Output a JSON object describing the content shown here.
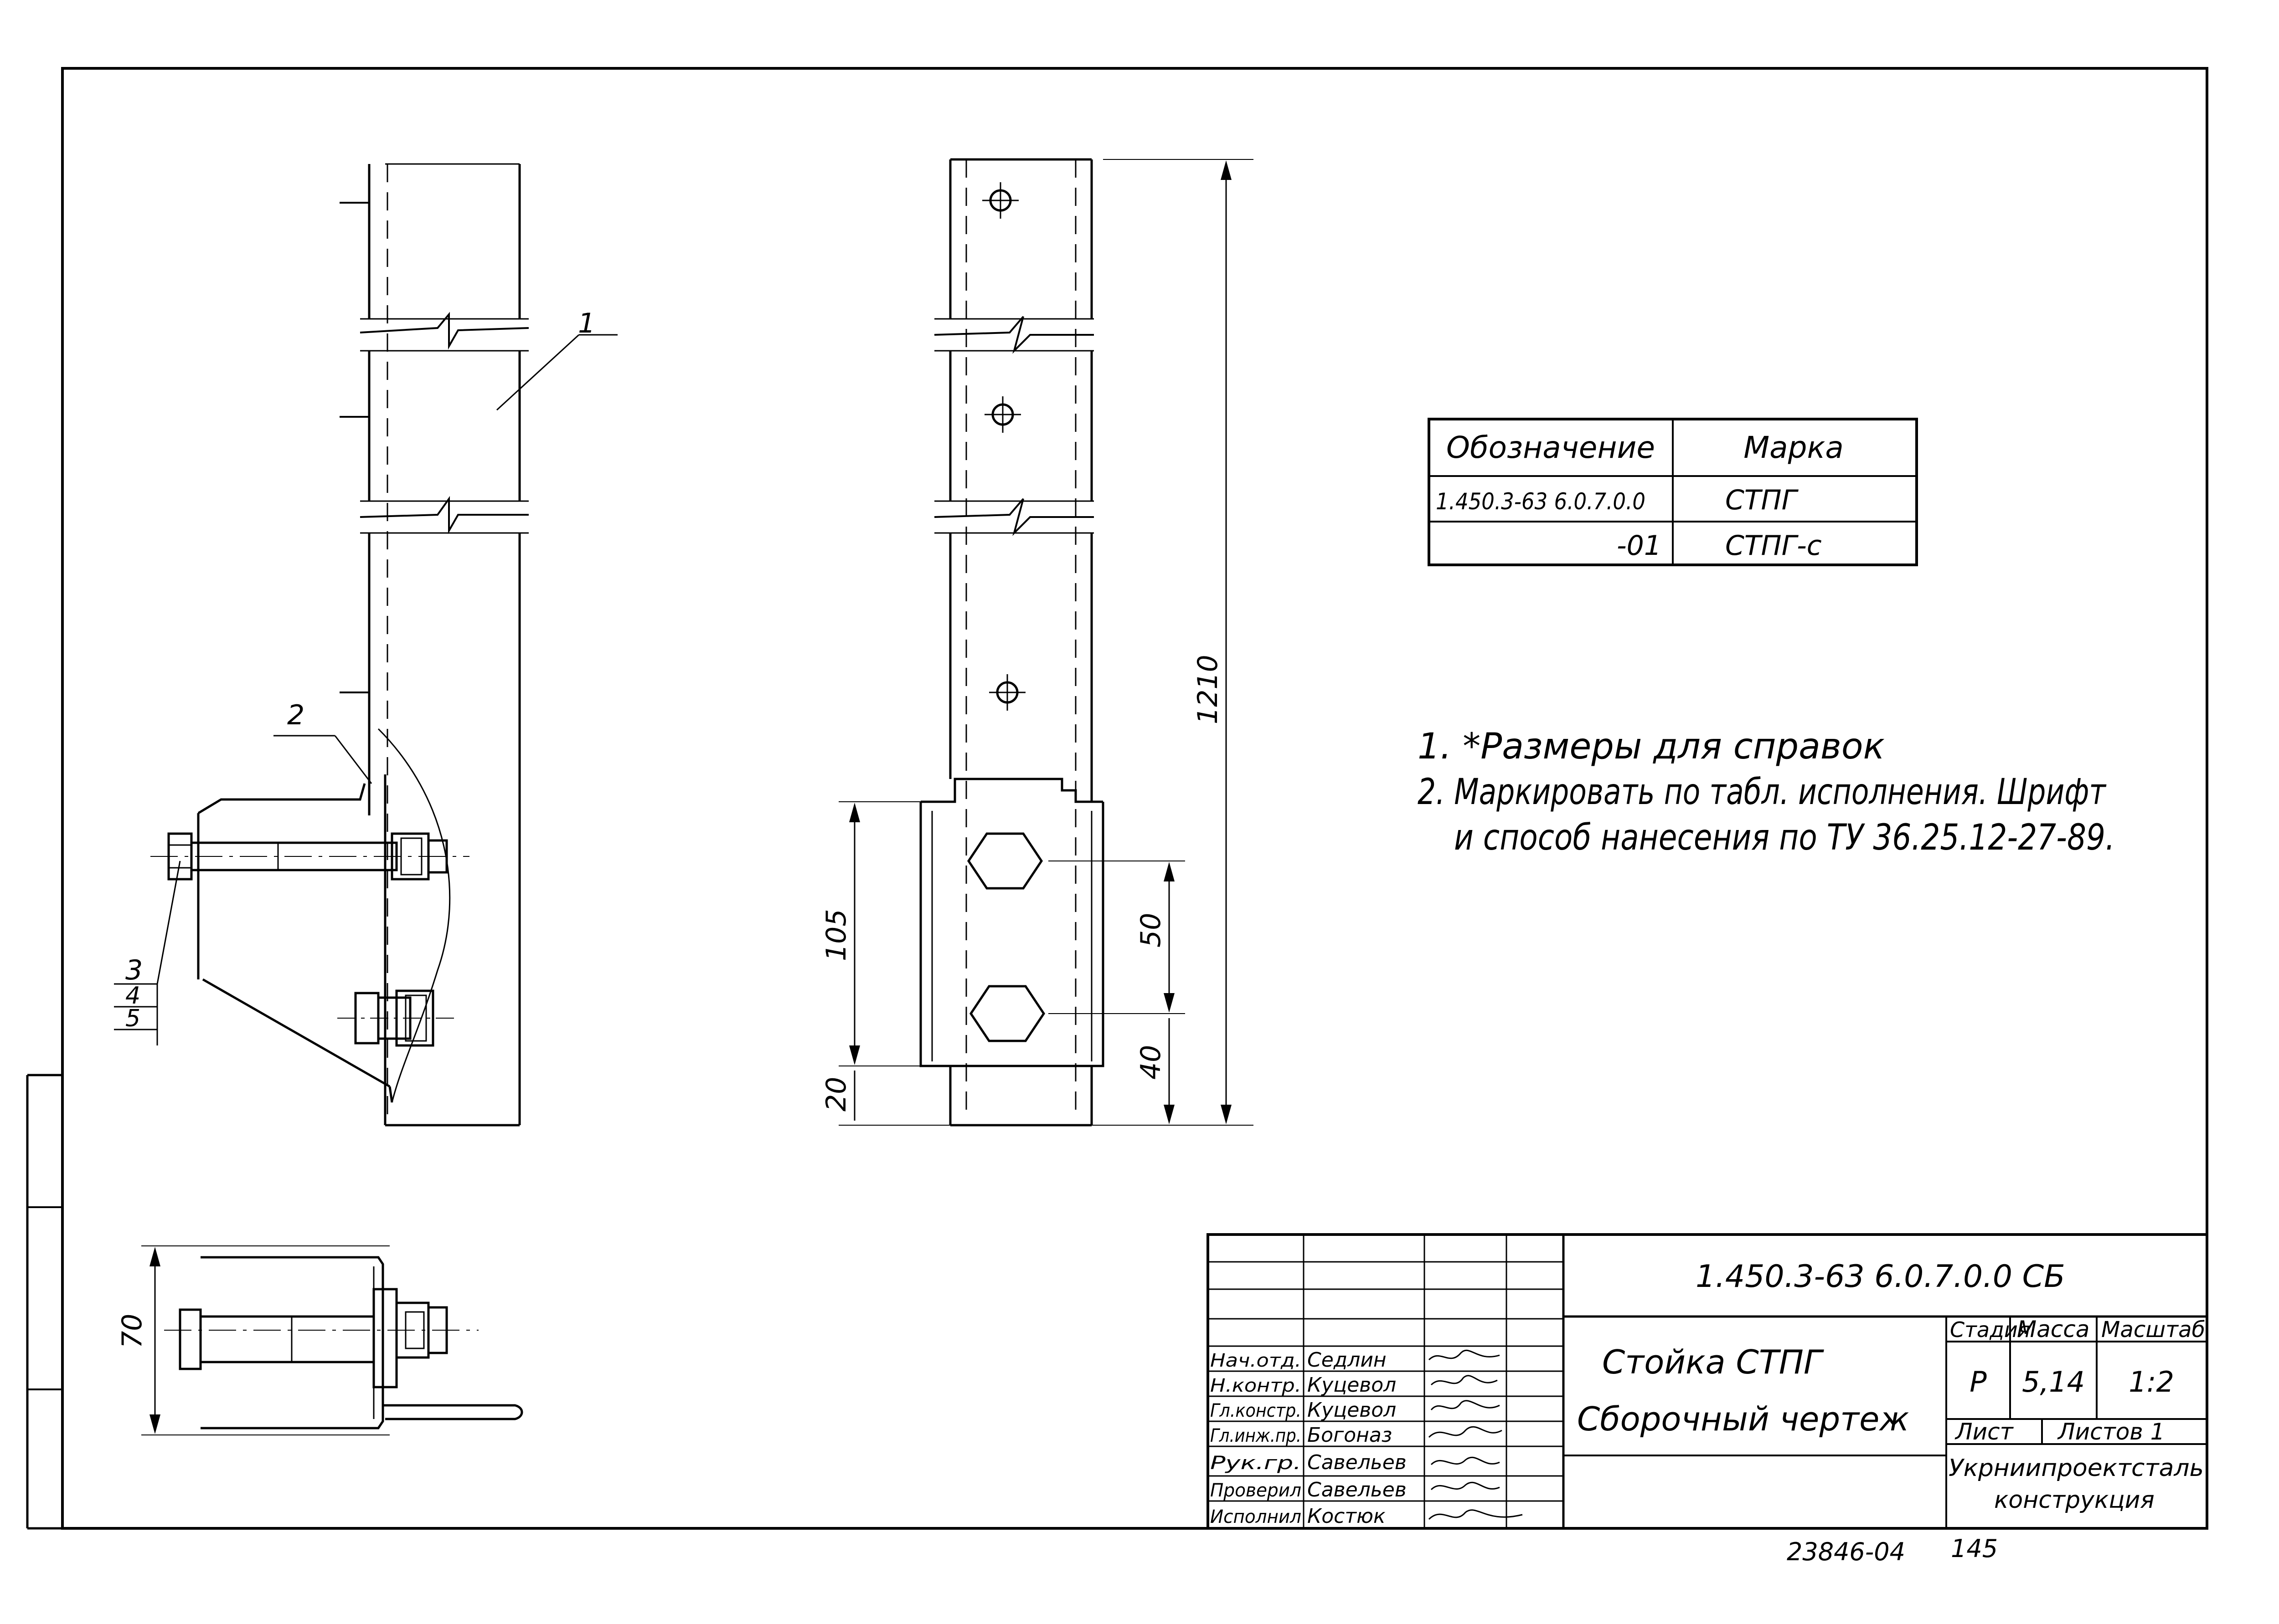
{
  "drawing": {
    "leader_labels": [
      "1",
      "2"
    ],
    "callout_labels": [
      "3",
      "4",
      "5"
    ],
    "dimensions": {
      "total_height": "1210",
      "plate_height": "105",
      "bolt_spacing": "50",
      "bolt_to_bottom": "40",
      "plate_offset": "20",
      "section_height": "70"
    }
  },
  "designation_table": {
    "headers": [
      "Обозначение",
      "Марка"
    ],
    "rows": [
      [
        "1.450.3-63 6.0.7.0.0",
        "СТПГ"
      ],
      [
        "-01",
        "СТПГ-с"
      ]
    ]
  },
  "notes": [
    "1. *Размеры для справок",
    "2. Маркировать по табл. исполнения. Шрифт",
    "и способ нанесения по ТУ 36.25.12-27-89."
  ],
  "title_block": {
    "doc_code": "1.450.3-63 6.0.7.0.0 СБ",
    "title_line1": "Стойка СТПГ",
    "title_line2": "Сборочный чертеж",
    "stage_label": "Стадия",
    "mass_label": "Масса",
    "scale_label": "Масштаб",
    "stage_value": "Р",
    "mass_value": "5,14",
    "scale_value": "1:2",
    "sheet_label": "Лист",
    "sheets_label": "Листов 1",
    "organization_line1": "Укрниипроектсталь",
    "organization_line2": "конструкция",
    "signatories": [
      {
        "role": "Нач.отд.",
        "name": "Седлин"
      },
      {
        "role": "Н.контр.",
        "name": "Куцевол"
      },
      {
        "role": "Гл.констр.",
        "name": "Куцевол"
      },
      {
        "role": "Гл.инж.пр.",
        "name": "Богоназ"
      },
      {
        "role": "Рук.гр.",
        "name": "Савельев"
      },
      {
        "role": "Проверил",
        "name": "Савельев"
      },
      {
        "role": "Исполнил",
        "name": "Костюк"
      }
    ]
  },
  "footer": {
    "inventory_number": "23846-04",
    "page_number": "145"
  }
}
